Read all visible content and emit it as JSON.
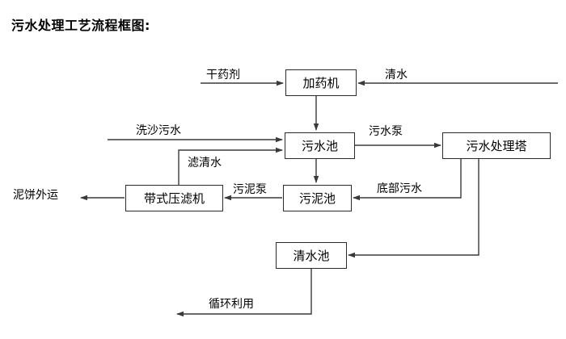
{
  "title": "污水处理工艺流程框图:",
  "diagram": {
    "type": "flowchart",
    "orientation": "top-down",
    "line_color": "#3a3a3a",
    "box_border_color": "#2b2b2b",
    "background": "#ffffff",
    "nodes": [
      {
        "id": "dosing_machine",
        "label": "加药机"
      },
      {
        "id": "sewage_pool",
        "label": "污水池"
      },
      {
        "id": "treatment_tower",
        "label": "污水处理塔"
      },
      {
        "id": "belt_filter_press",
        "label": "带式压滤机"
      },
      {
        "id": "sludge_pool",
        "label": "污泥池"
      },
      {
        "id": "clear_water_pool",
        "label": "清水池"
      }
    ],
    "terminals": [
      {
        "id": "dry_agent",
        "label": "干药剂"
      },
      {
        "id": "clean_water_in",
        "label": "清水"
      },
      {
        "id": "sand_wash_sewage",
        "label": "洗沙污水"
      },
      {
        "id": "mud_cake_out",
        "label": "泥饼外运"
      },
      {
        "id": "recycle_use",
        "label": "循环利用"
      }
    ],
    "edges": [
      {
        "id": "e1",
        "from": "dry_agent",
        "to": "dosing_machine",
        "label": "干药剂"
      },
      {
        "id": "e2",
        "from": "clean_water_in",
        "to": "dosing_machine",
        "label": "清水"
      },
      {
        "id": "e3",
        "from": "dosing_machine",
        "to": "sewage_pool",
        "label": ""
      },
      {
        "id": "e4",
        "from": "sand_wash_sewage",
        "to": "sewage_pool",
        "label": "洗沙污水"
      },
      {
        "id": "e5",
        "from": "belt_filter_press",
        "to": "sewage_pool",
        "label": "滤清水"
      },
      {
        "id": "e6",
        "from": "sewage_pool",
        "to": "treatment_tower",
        "label": "污水泵"
      },
      {
        "id": "e7",
        "from": "sewage_pool",
        "to": "sludge_pool",
        "label": ""
      },
      {
        "id": "e8",
        "from": "treatment_tower",
        "to": "sludge_pool",
        "label": "底部污水"
      },
      {
        "id": "e9",
        "from": "sludge_pool",
        "to": "belt_filter_press",
        "label": "污泥泵"
      },
      {
        "id": "e10",
        "from": "belt_filter_press",
        "to": "mud_cake_out",
        "label": "泥饼外运"
      },
      {
        "id": "e11",
        "from": "treatment_tower",
        "to": "clear_water_pool",
        "label": ""
      },
      {
        "id": "e12",
        "from": "clear_water_pool",
        "to": "recycle_use",
        "label": "循环利用"
      }
    ]
  }
}
